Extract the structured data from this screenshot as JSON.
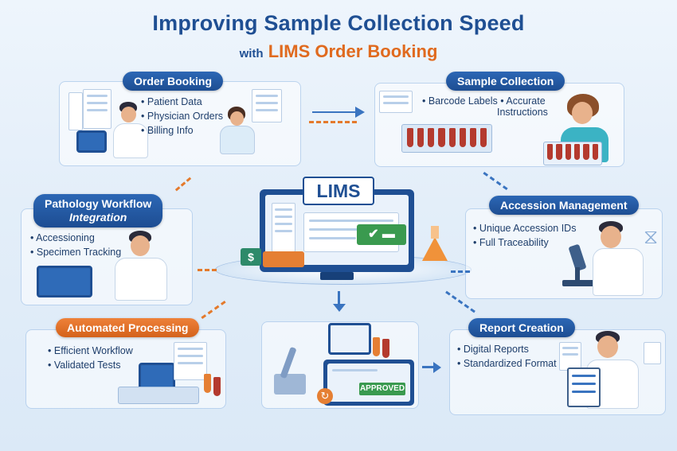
{
  "title": {
    "line1": "Improving Sample Collection Speed",
    "with": "with",
    "line2": "LIMS Order Booking"
  },
  "center": {
    "label": "LIMS",
    "approved": "APPROVED"
  },
  "boxes": {
    "order_booking": {
      "label": "Order Booking",
      "items": [
        "Patient Data",
        "Physician Orders",
        "Billing Info"
      ]
    },
    "sample_collection": {
      "label": "Sample Collection",
      "items": [
        "Barcode Labels • Accurate",
        "Instructions"
      ]
    },
    "pathology": {
      "label_line1": "Pathology Workflow",
      "label_line2": "Integration",
      "items": [
        "Accessioning",
        "Specimen Tracking"
      ]
    },
    "accession": {
      "label": "Accession Management",
      "items": [
        "Unique Accession IDs",
        "Full Traceability"
      ]
    },
    "automated": {
      "label": "Automated Processing",
      "items": [
        "Efficient Workflow",
        "Validated Tests"
      ]
    },
    "report": {
      "label": "Report Creation",
      "items": [
        "Digital Reports",
        "Standardized Format"
      ]
    }
  },
  "colors": {
    "primary": "#1f4f93",
    "accent": "#e06a1e",
    "approved": "#3a9a4f"
  }
}
